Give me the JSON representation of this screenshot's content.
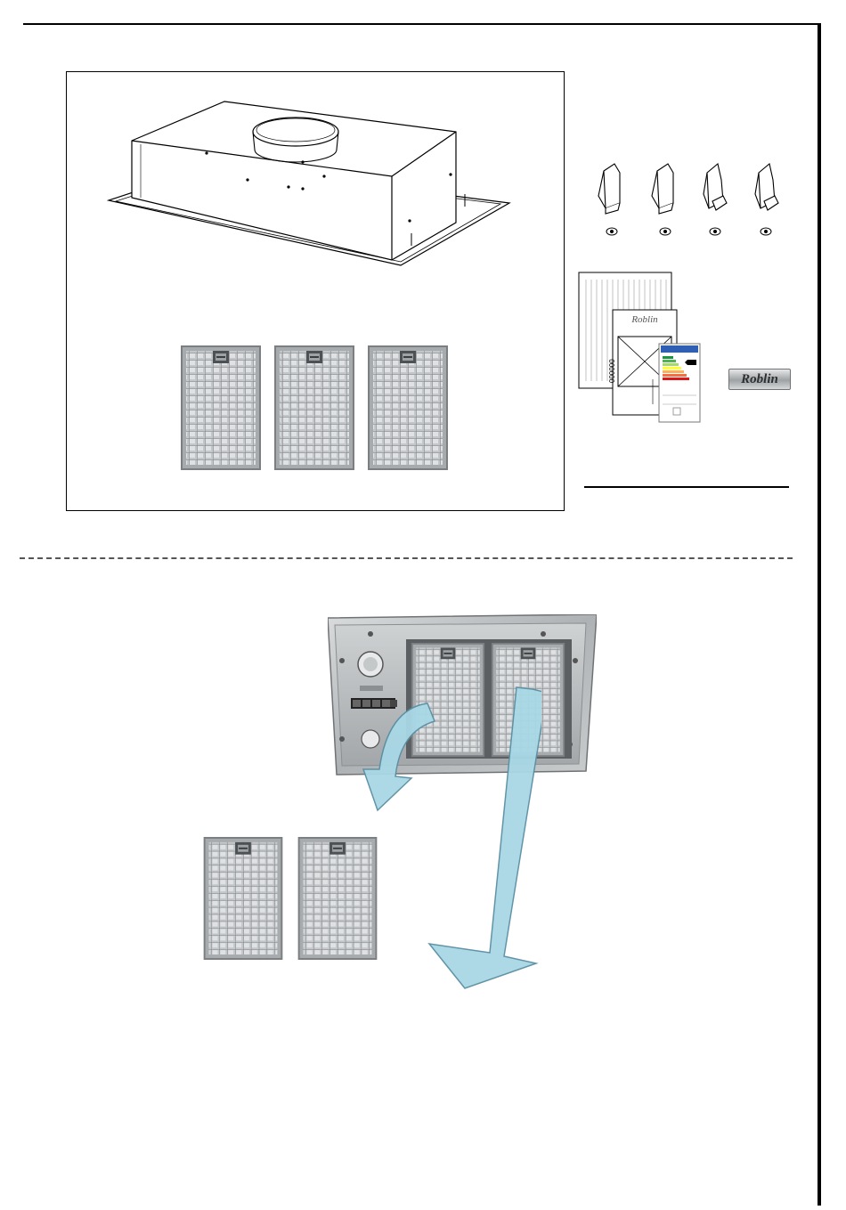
{
  "document": {
    "brand_logo": "Roblin",
    "leaflet_code": "000000",
    "energy_label_class": "A",
    "colors": {
      "ink": "#000000",
      "arrow_fill": "#a9d8e6",
      "arrow_stroke": "#5a8fa3",
      "steel": "#b9bcbe",
      "steel_dark": "#6f7376",
      "mesh": "#8e9396"
    }
  }
}
